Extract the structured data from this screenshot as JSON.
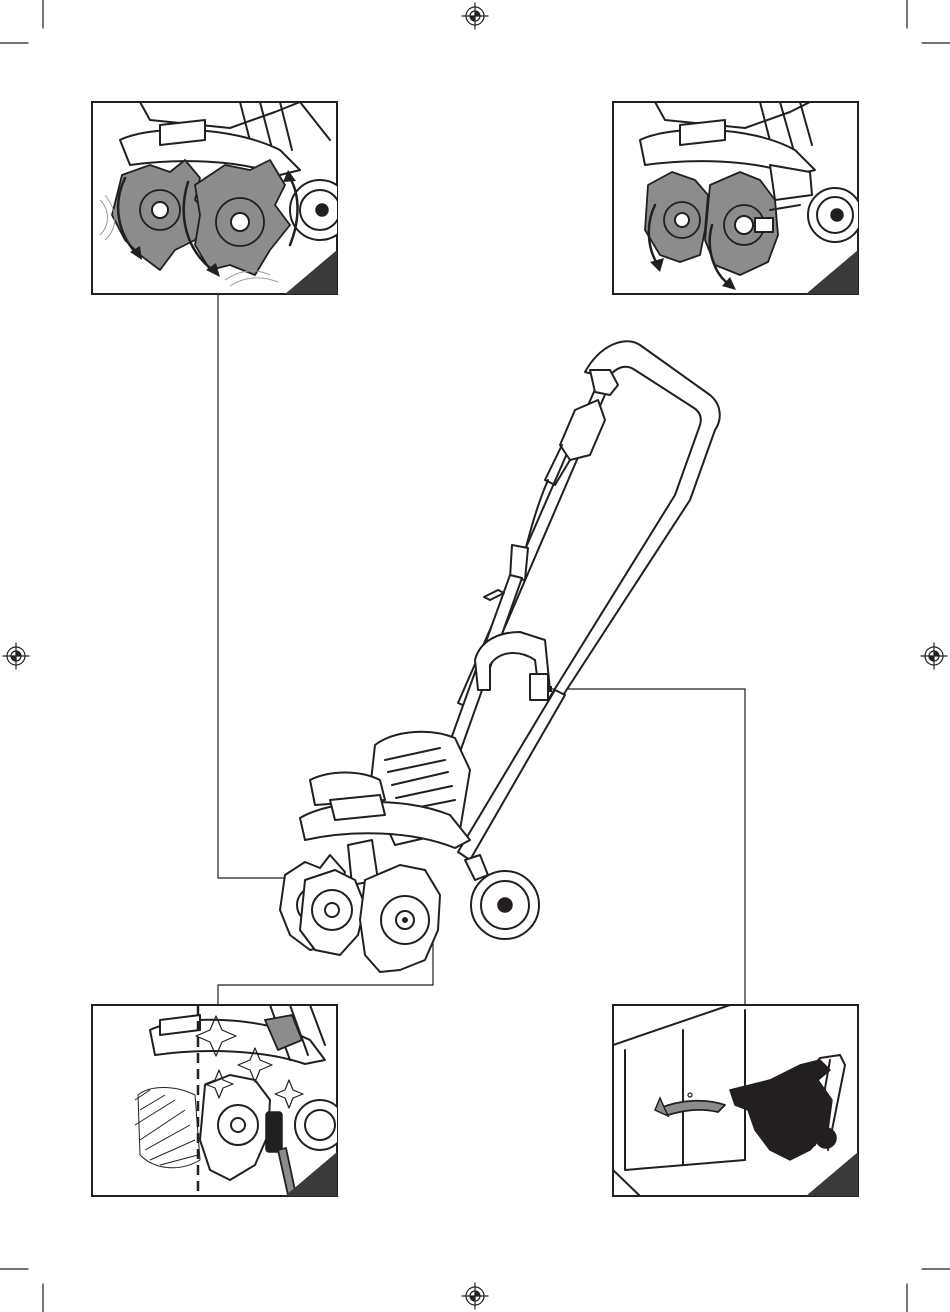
{
  "figure": {
    "panels": [
      {
        "id": "rotation-tines",
        "icon": "rotating-tines-icon"
      },
      {
        "id": "tine-removal",
        "icon": "axle-removal-icon"
      },
      {
        "id": "cleaning",
        "icon": "brush-cleaning-icon"
      },
      {
        "id": "storage",
        "icon": "indoor-storage-icon"
      }
    ],
    "main_illustration": "electric-cultivator",
    "colors": {
      "ink": "#231f20",
      "fill_grey": "#8c8c8c",
      "corner": "#3a3a3a"
    }
  }
}
